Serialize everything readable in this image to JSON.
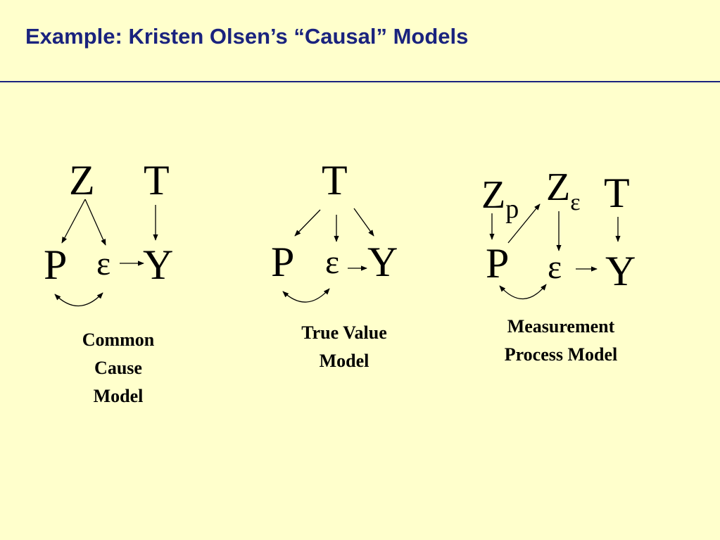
{
  "title": "Example:  Kristen Olsen’s “Causal” Models",
  "models": [
    {
      "caption_lines": [
        "Common",
        "Cause",
        "Model"
      ],
      "nodes": {
        "z": "Z",
        "t": "T",
        "p": "P",
        "eps": "ε",
        "y": "Y"
      }
    },
    {
      "caption_lines": [
        "True Value",
        "Model"
      ],
      "nodes": {
        "t": "T",
        "p": "P",
        "eps": "ε",
        "y": "Y"
      }
    },
    {
      "caption_lines": [
        "Measurement",
        "Process Model"
      ],
      "nodes": {
        "z": "Z",
        "z_sub": "p",
        "ze": "Z",
        "ze_sub": "ε",
        "t": "T",
        "p": "P",
        "eps": "ε",
        "y": "Y"
      }
    }
  ]
}
